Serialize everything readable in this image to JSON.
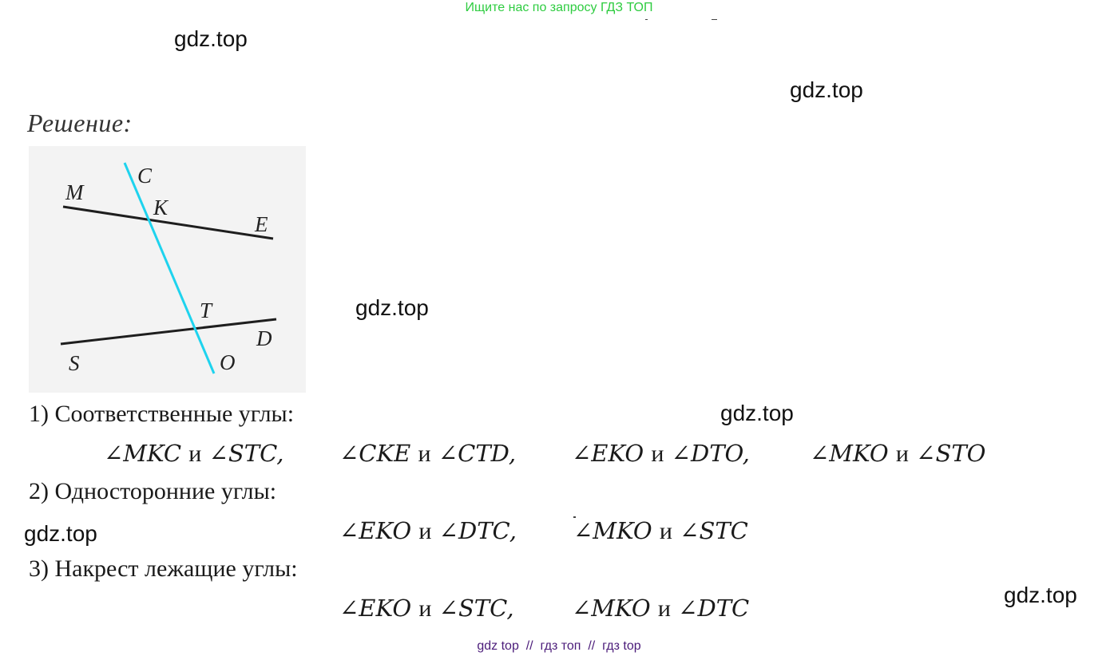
{
  "header": {
    "search_hint": "Ищите нас по запросу ГДЗ ТОП"
  },
  "watermark": "gdz.top",
  "solution": {
    "heading": "Решение:",
    "figure": {
      "labels": {
        "C": "C",
        "M": "M",
        "K": "K",
        "E": "E",
        "T": "T",
        "D": "D",
        "S": "S",
        "O": "O"
      }
    },
    "items": [
      {
        "title": "1) Соответственные углы:",
        "pairs": [
          {
            "a": "∠MKC",
            "b": "∠STC",
            "sep": ","
          },
          {
            "a": "∠CKE",
            "b": "∠CTD",
            "sep": ","
          },
          {
            "a": "∠EKO",
            "b": "∠DTO",
            "sep": ","
          },
          {
            "a": "∠MKO",
            "b": "∠STO",
            "sep": ""
          }
        ]
      },
      {
        "title": "2) Односторонние углы:",
        "pairs": [
          {
            "a": "∠EKO",
            "b": "∠DTC",
            "sep": ","
          },
          {
            "a": "∠MKO",
            "b": "∠STC",
            "sep": ""
          }
        ]
      },
      {
        "title": "3) Накрест лежащие углы:",
        "pairs": [
          {
            "a": "∠EKO",
            "b": "∠STC",
            "sep": ","
          },
          {
            "a": "∠MKO",
            "b": "∠DTC",
            "sep": ""
          }
        ]
      }
    ],
    "and_word": "и"
  },
  "footer": {
    "links": [
      "gdz top",
      "гдз топ",
      "гдз top"
    ],
    "separator": "//"
  }
}
